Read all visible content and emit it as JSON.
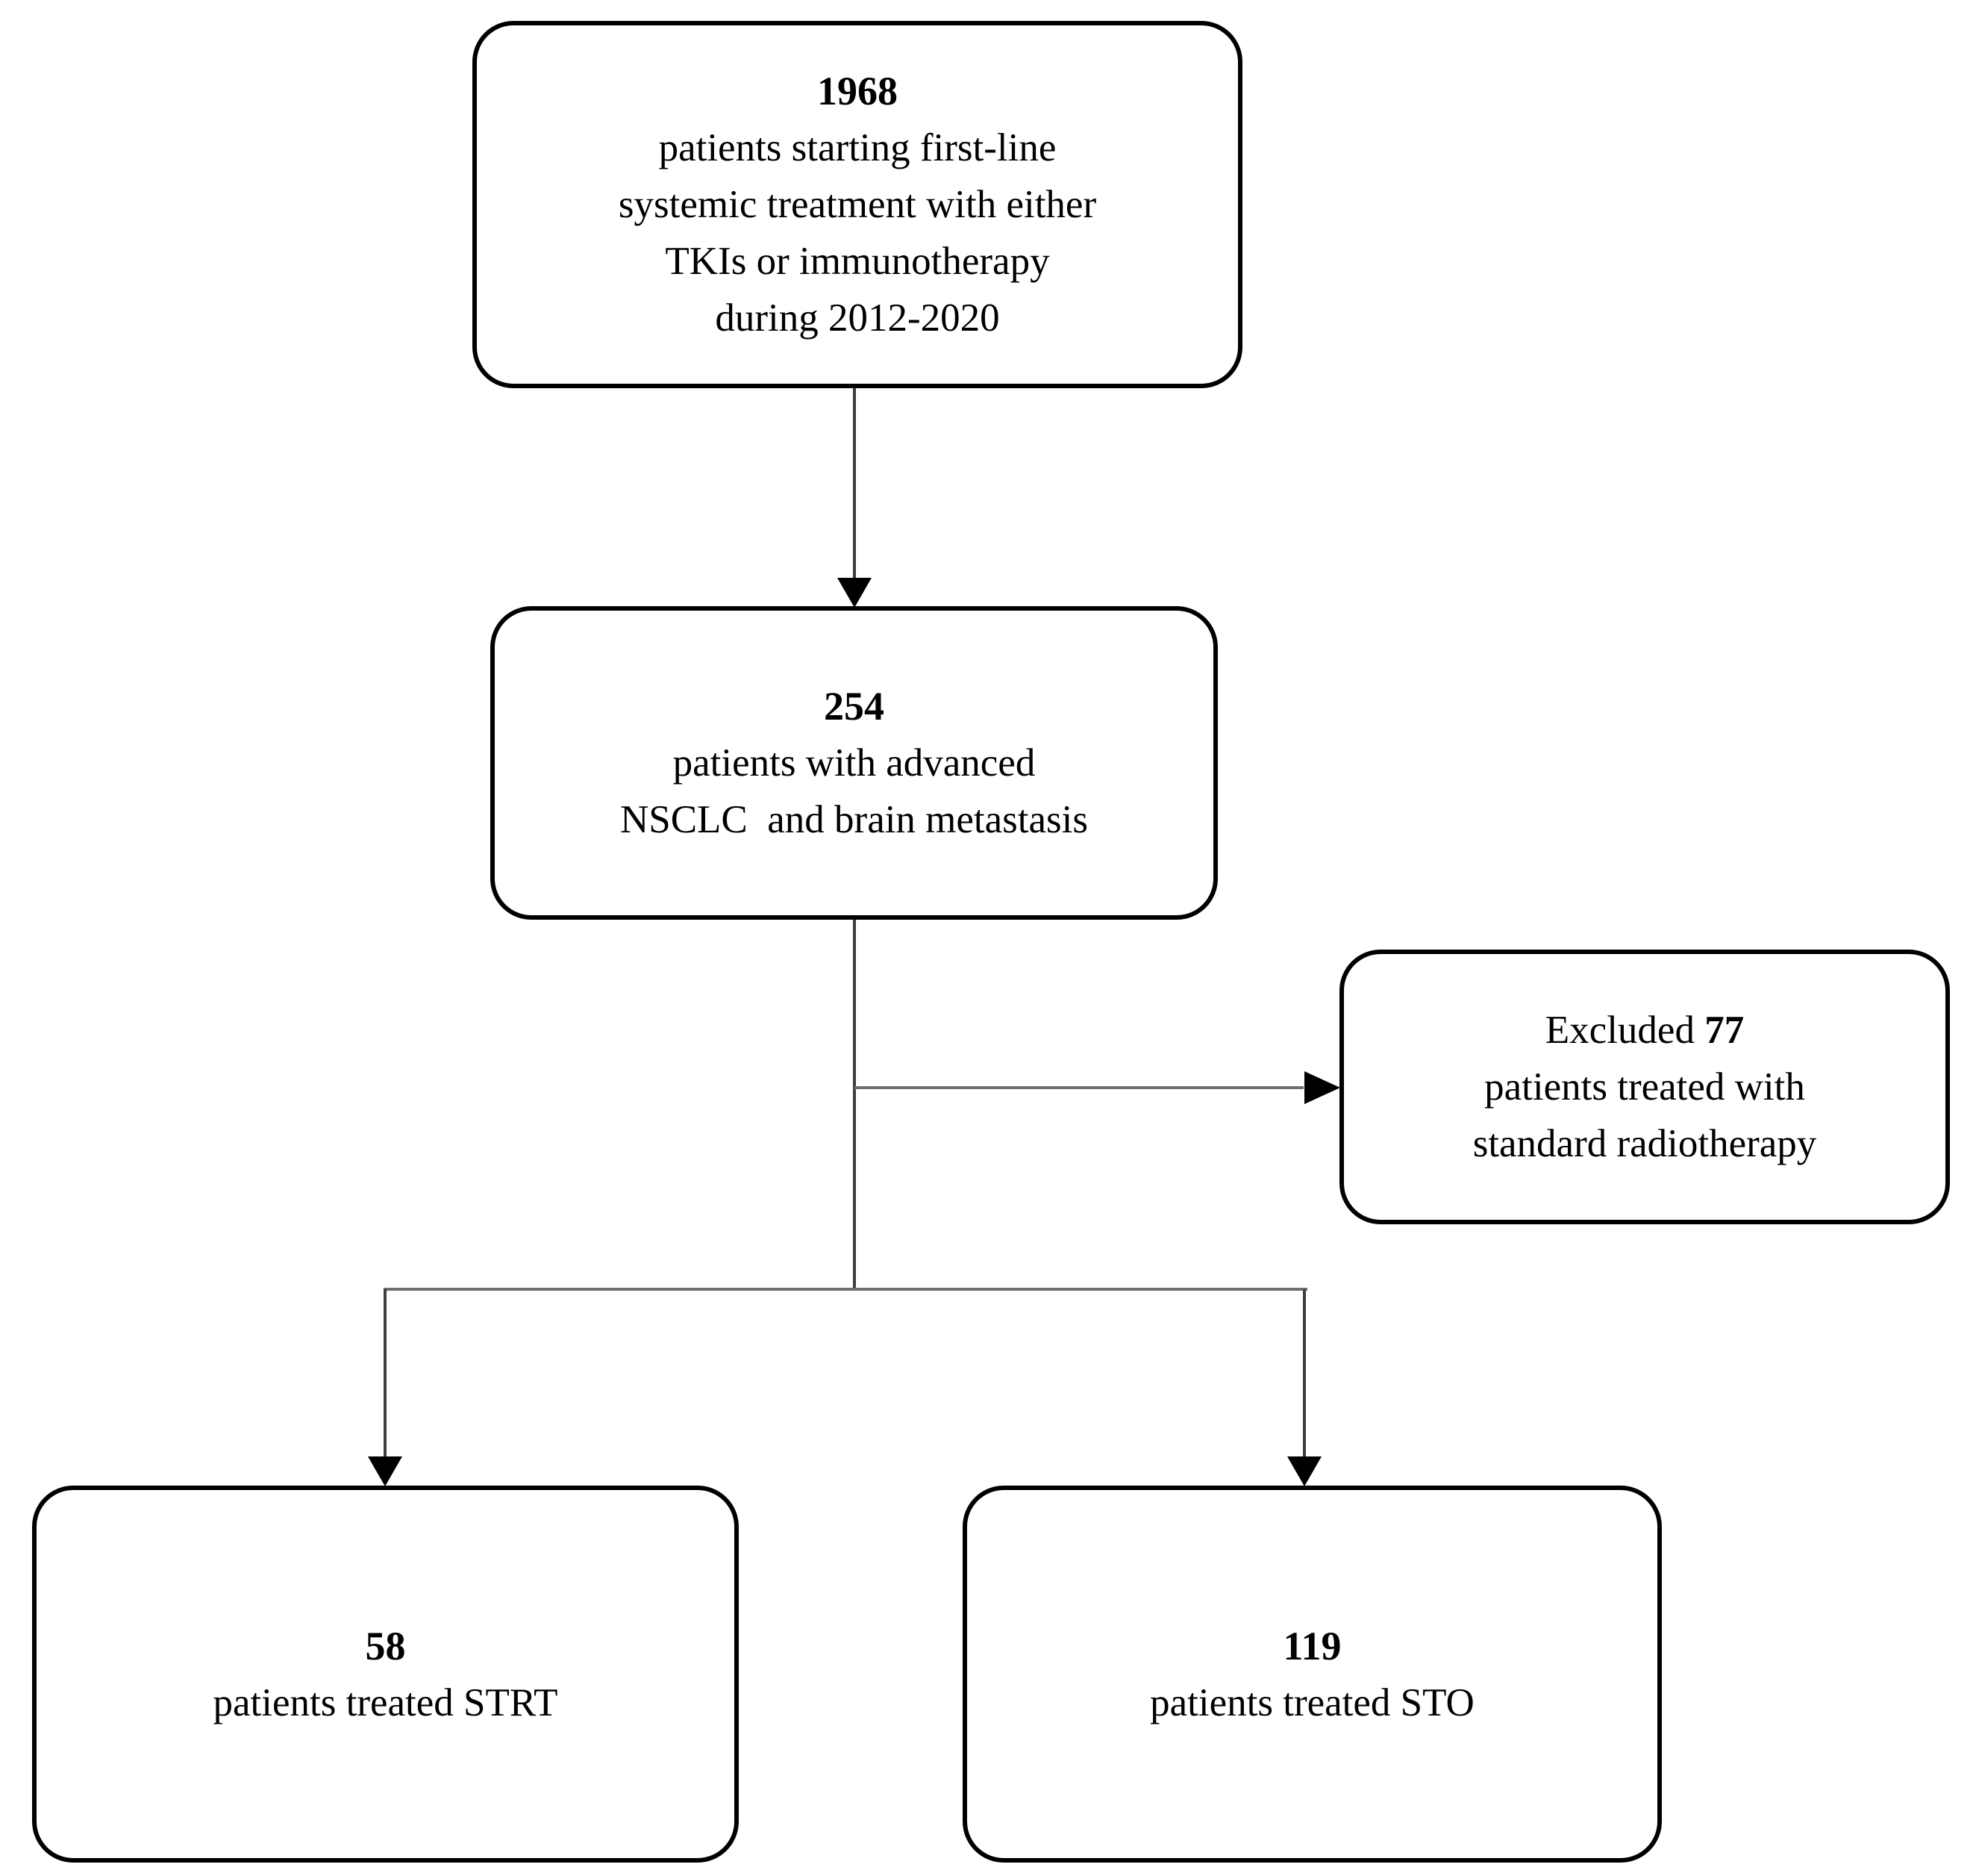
{
  "figure": {
    "background_color": "#ffffff",
    "box_border_color": "#000000",
    "text_color": "#000000",
    "connector_color": "#6f6f6f",
    "arrowhead_color": "#000000"
  },
  "flowchart": {
    "nodes": [
      {
        "id": "first-line-treatment",
        "number": "1968",
        "lines": [
          "patients starting first-line",
          "systemic treatment with either",
          "TKIs or immunotherapy",
          "during 2012-2020"
        ]
      },
      {
        "id": "advanced-nsclc",
        "number": "254",
        "lines": [
          "patients with advanced",
          "NSCLC  and brain metastasis"
        ]
      },
      {
        "id": "excluded",
        "prefix": "Excluded ",
        "number": "77",
        "lines": [
          "patients treated with",
          "standard radiotherapy"
        ]
      },
      {
        "id": "strt",
        "number": "58",
        "lines": [
          "patients treated STRT"
        ]
      },
      {
        "id": "sto",
        "number": "119",
        "lines": [
          "patients treated STO"
        ]
      }
    ]
  }
}
